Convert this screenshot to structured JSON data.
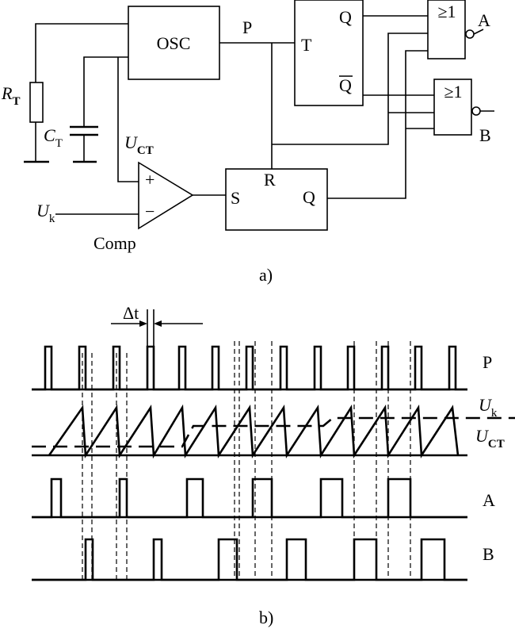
{
  "circuit": {
    "osc_label": "OSC",
    "p_label": "P",
    "t_label": "T",
    "q_label": "Q",
    "qbar_label": "Q",
    "r_label": "R",
    "s_label": "S",
    "q2_label": "Q",
    "gate_a_symbol": "≥1",
    "gate_b_symbol": "≥1",
    "out_a_label": "A",
    "out_b_label": "B",
    "rt_main": "R",
    "rt_sub": "T",
    "ct_main": "C",
    "ct_sub": "T",
    "uct_main": "U",
    "uct_sub": "CT",
    "uk_main": "U",
    "uk_sub": "k",
    "plus_label": "+",
    "minus_label": "−",
    "comp_label": "Comp",
    "caption": "a)"
  },
  "timing": {
    "delta_t_label": "Δt",
    "p_label": "P",
    "uk_main": "U",
    "uk_sub": "k",
    "uct_main": "U",
    "uct_sub": "CT",
    "a_label": "A",
    "b_label": "B",
    "caption": "b)"
  }
}
